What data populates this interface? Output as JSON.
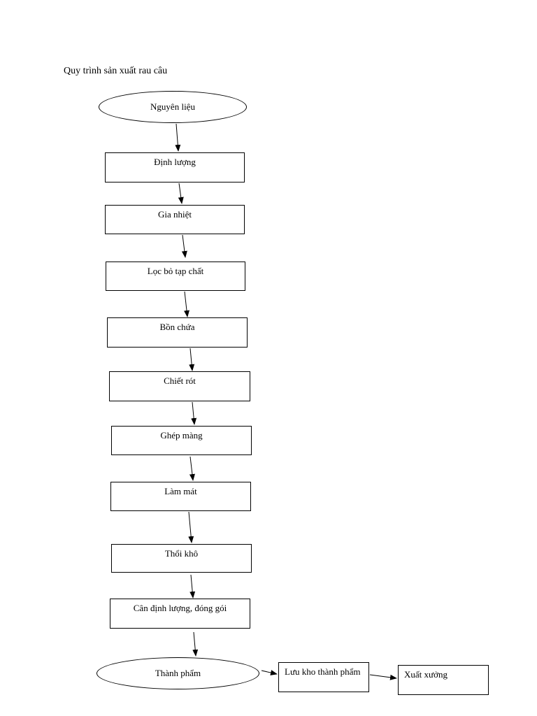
{
  "title": "Quy trình sản xuất rau câu",
  "nodes": [
    {
      "id": "nguyen-lieu",
      "label": "Nguyên liệu",
      "shape": "ellipse"
    },
    {
      "id": "dinh-luong",
      "label": "Định lượng",
      "shape": "rect"
    },
    {
      "id": "gia-nhiet",
      "label": "Gia nhiệt",
      "shape": "rect"
    },
    {
      "id": "loc-bo-tap-chat",
      "label": "Lọc bỏ tạp chất",
      "shape": "rect"
    },
    {
      "id": "bon-chua",
      "label": "Bồn chứa",
      "shape": "rect"
    },
    {
      "id": "chiet-rot",
      "label": "Chiết rót",
      "shape": "rect"
    },
    {
      "id": "ghep-mang",
      "label": "Ghép màng",
      "shape": "rect"
    },
    {
      "id": "lam-mat",
      "label": "Làm mát",
      "shape": "rect"
    },
    {
      "id": "thoi-kho",
      "label": "Thổi khô",
      "shape": "rect"
    },
    {
      "id": "can-dinh-luong-dong-goi",
      "label": "Cân định lượng, đóng gói",
      "shape": "rect"
    },
    {
      "id": "thanh-pham",
      "label": "Thành phẩm",
      "shape": "ellipse"
    },
    {
      "id": "luu-kho-thanh-pham",
      "label": "Lưu kho thành phẩm",
      "shape": "rect"
    },
    {
      "id": "xuat-xuong",
      "label": "Xuất xưởng",
      "shape": "rect"
    }
  ],
  "edges": [
    {
      "from": "nguyen-lieu",
      "to": "dinh-luong"
    },
    {
      "from": "dinh-luong",
      "to": "gia-nhiet"
    },
    {
      "from": "gia-nhiet",
      "to": "loc-bo-tap-chat"
    },
    {
      "from": "loc-bo-tap-chat",
      "to": "bon-chua"
    },
    {
      "from": "bon-chua",
      "to": "chiet-rot"
    },
    {
      "from": "chiet-rot",
      "to": "ghep-mang"
    },
    {
      "from": "ghep-mang",
      "to": "lam-mat"
    },
    {
      "from": "lam-mat",
      "to": "thoi-kho"
    },
    {
      "from": "thoi-kho",
      "to": "can-dinh-luong-dong-goi"
    },
    {
      "from": "can-dinh-luong-dong-goi",
      "to": "thanh-pham"
    },
    {
      "from": "thanh-pham",
      "to": "luu-kho-thanh-pham"
    },
    {
      "from": "luu-kho-thanh-pham",
      "to": "xuat-xuong"
    }
  ]
}
